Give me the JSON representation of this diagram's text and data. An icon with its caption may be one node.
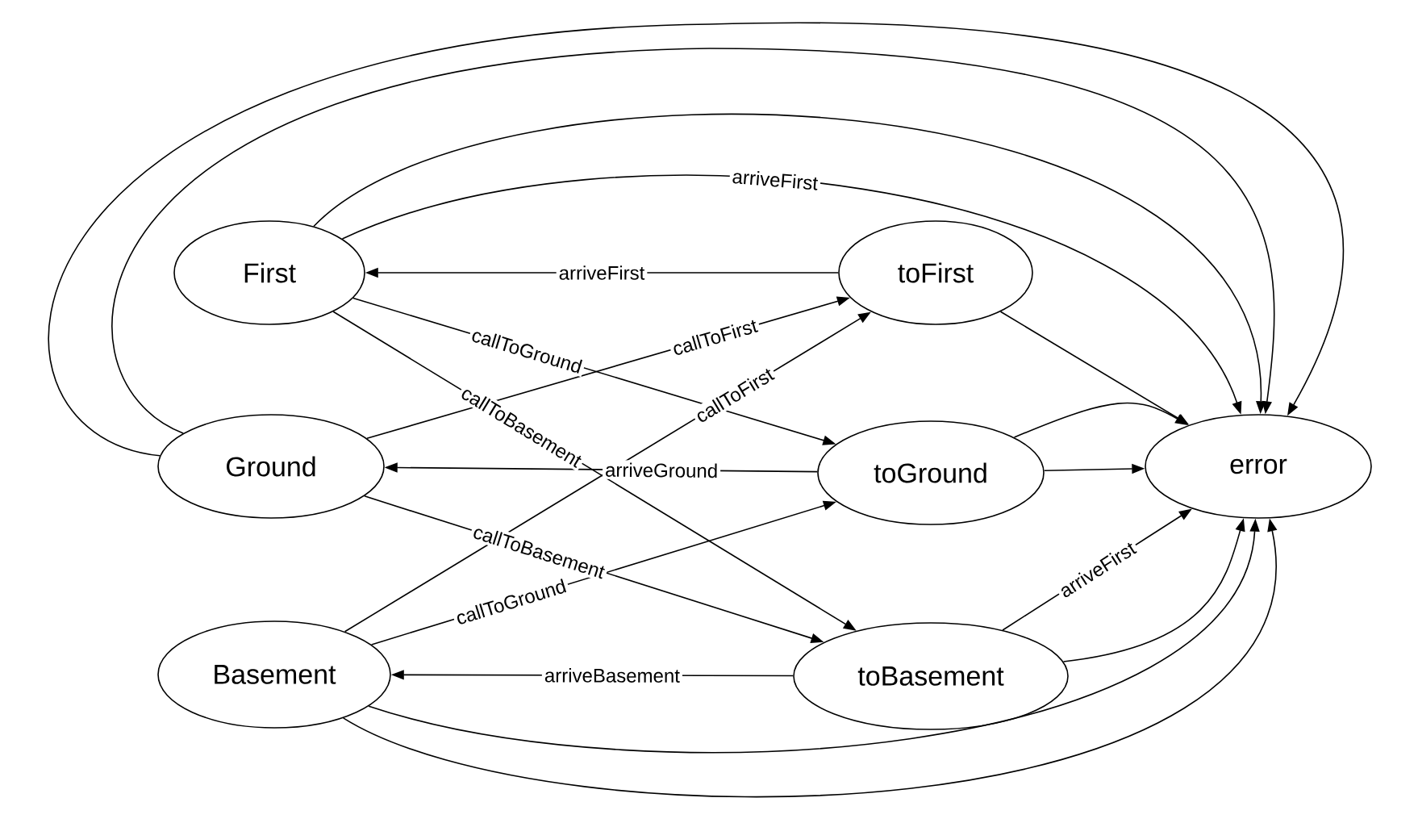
{
  "diagram": {
    "nodes": [
      {
        "text": [
          "First"
        ]
      },
      {
        "text": [
          "toFirst"
        ]
      },
      {
        "text": [
          "Ground"
        ]
      },
      {
        "text": [
          "toGround"
        ]
      },
      {
        "text": [
          "error"
        ]
      },
      {
        "text": [
          "Basement"
        ]
      },
      {
        "text": [
          "toBasement"
        ]
      }
    ],
    "edges": [
      {
        "from": 0,
        "to": 4,
        "arrow": "to",
        "label": "arriveFirst"
      },
      {
        "from": 0,
        "to": 4,
        "arrow": "to"
      },
      {
        "from": 2,
        "to": 4,
        "arrow": "to"
      },
      {
        "from": 2,
        "to": 4,
        "arrow": "to"
      },
      {
        "from": 1,
        "to": 0,
        "arrow": "to",
        "label": "arriveFirst"
      },
      {
        "from": 0,
        "to": 3,
        "arrow": "to",
        "label": "callToGround"
      },
      {
        "from": 0,
        "to": 6,
        "arrow": "to",
        "label": "callToBasement"
      },
      {
        "from": 2,
        "to": 1,
        "arrow": "to",
        "label": "callToFirst"
      },
      {
        "from": 5,
        "to": 1,
        "arrow": "to",
        "label": "callToFirst"
      },
      {
        "from": 1,
        "to": 4,
        "arrow": "to"
      },
      {
        "from": 3,
        "to": 2,
        "arrow": "to",
        "label": "arriveGround"
      },
      {
        "from": 3,
        "to": 4,
        "arrow": "to"
      },
      {
        "from": 3,
        "to": 4,
        "arrow": "to"
      },
      {
        "from": 2,
        "to": 6,
        "arrow": "to",
        "label": "callToBasement"
      },
      {
        "from": 5,
        "to": 3,
        "arrow": "to",
        "label": "callToGround"
      },
      {
        "from": 6,
        "to": 5,
        "arrow": "to",
        "label": "arriveBasement"
      },
      {
        "from": 6,
        "to": 4,
        "arrow": "to",
        "label": "arriveFirst"
      },
      {
        "from": 6,
        "to": 4,
        "arrow": "to"
      },
      {
        "from": 5,
        "to": 4,
        "arrow": "to"
      },
      {
        "from": 5,
        "to": 4,
        "arrow": "to"
      }
    ]
  }
}
